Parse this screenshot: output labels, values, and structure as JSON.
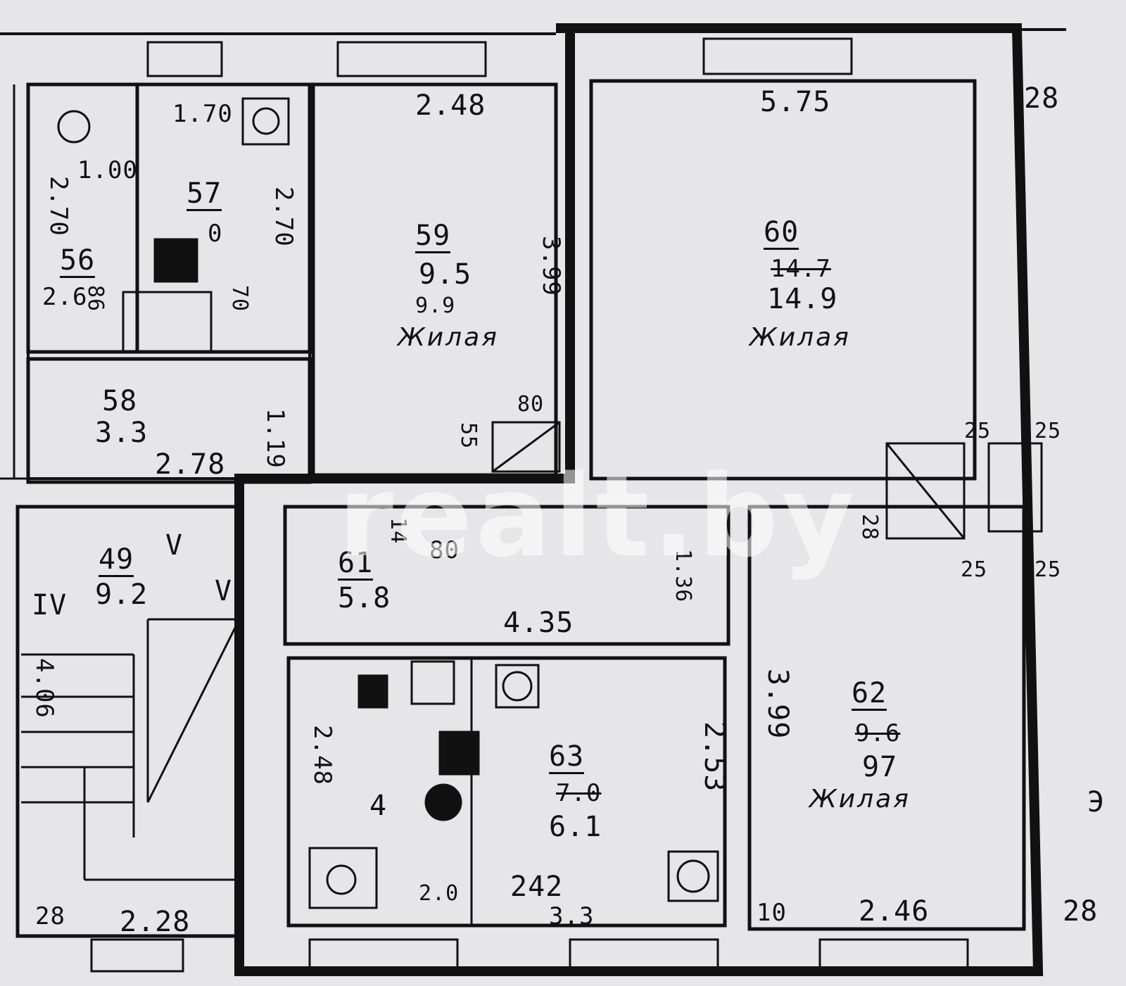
{
  "rooms": [
    {
      "id": "56",
      "area": "2.6"
    },
    {
      "id": "57",
      "area": "0"
    },
    {
      "id": "58",
      "area": "3.3"
    },
    {
      "id": "59",
      "area": "9.5",
      "area_corrected": "9.9",
      "type": "Жилая"
    },
    {
      "id": "60",
      "area_struck": "14.7",
      "area": "14.9",
      "type": "Жилая"
    },
    {
      "id": "61",
      "area": "5.8"
    },
    {
      "id": "62",
      "area_struck": "9.6",
      "area": "97",
      "type": "Жилая"
    },
    {
      "id": "63",
      "area_struck": "7.0",
      "area": "6.1"
    },
    {
      "id": "49",
      "area": "9.2"
    }
  ],
  "dimensions": {
    "d_170": "1.70",
    "d_100": "1.00",
    "d_270_a": "2.70",
    "d_270_b": "2.70",
    "d_086": "86",
    "d_070": "70",
    "d_248": "2.48",
    "d_399_a": "3.99",
    "d_575": "5.75",
    "d_28_a": "28",
    "d_278": "2.78",
    "d_119": "1.19",
    "d_80_a": "80",
    "d_55": "55",
    "d_80_b": "80",
    "d_14": "14",
    "d_136": "1.36",
    "d_435": "4.35",
    "d_25_a": "25",
    "d_25_b": "25",
    "d_25_c": "25",
    "d_25_d": "25",
    "d_28_b": "28",
    "d_399_b": "3.99",
    "d_253": "2.53",
    "d_242": "242",
    "d_33": "3.3",
    "d_10": "10",
    "d_246": "2.46",
    "d_28_c": "28",
    "d_228": "2.28",
    "d_28_d": "28",
    "d_406": "4.06",
    "d_248_k": "2.48",
    "d_4": "4",
    "d_2.0": "2.0"
  },
  "stair_marks": {
    "mark_iv": "IV",
    "mark_v_a": "V",
    "mark_v_b": "V"
  },
  "side_mark": "Э",
  "watermark": "realt.by",
  "colors": {
    "paper": "#e6e6e8",
    "ink": "#111111"
  }
}
